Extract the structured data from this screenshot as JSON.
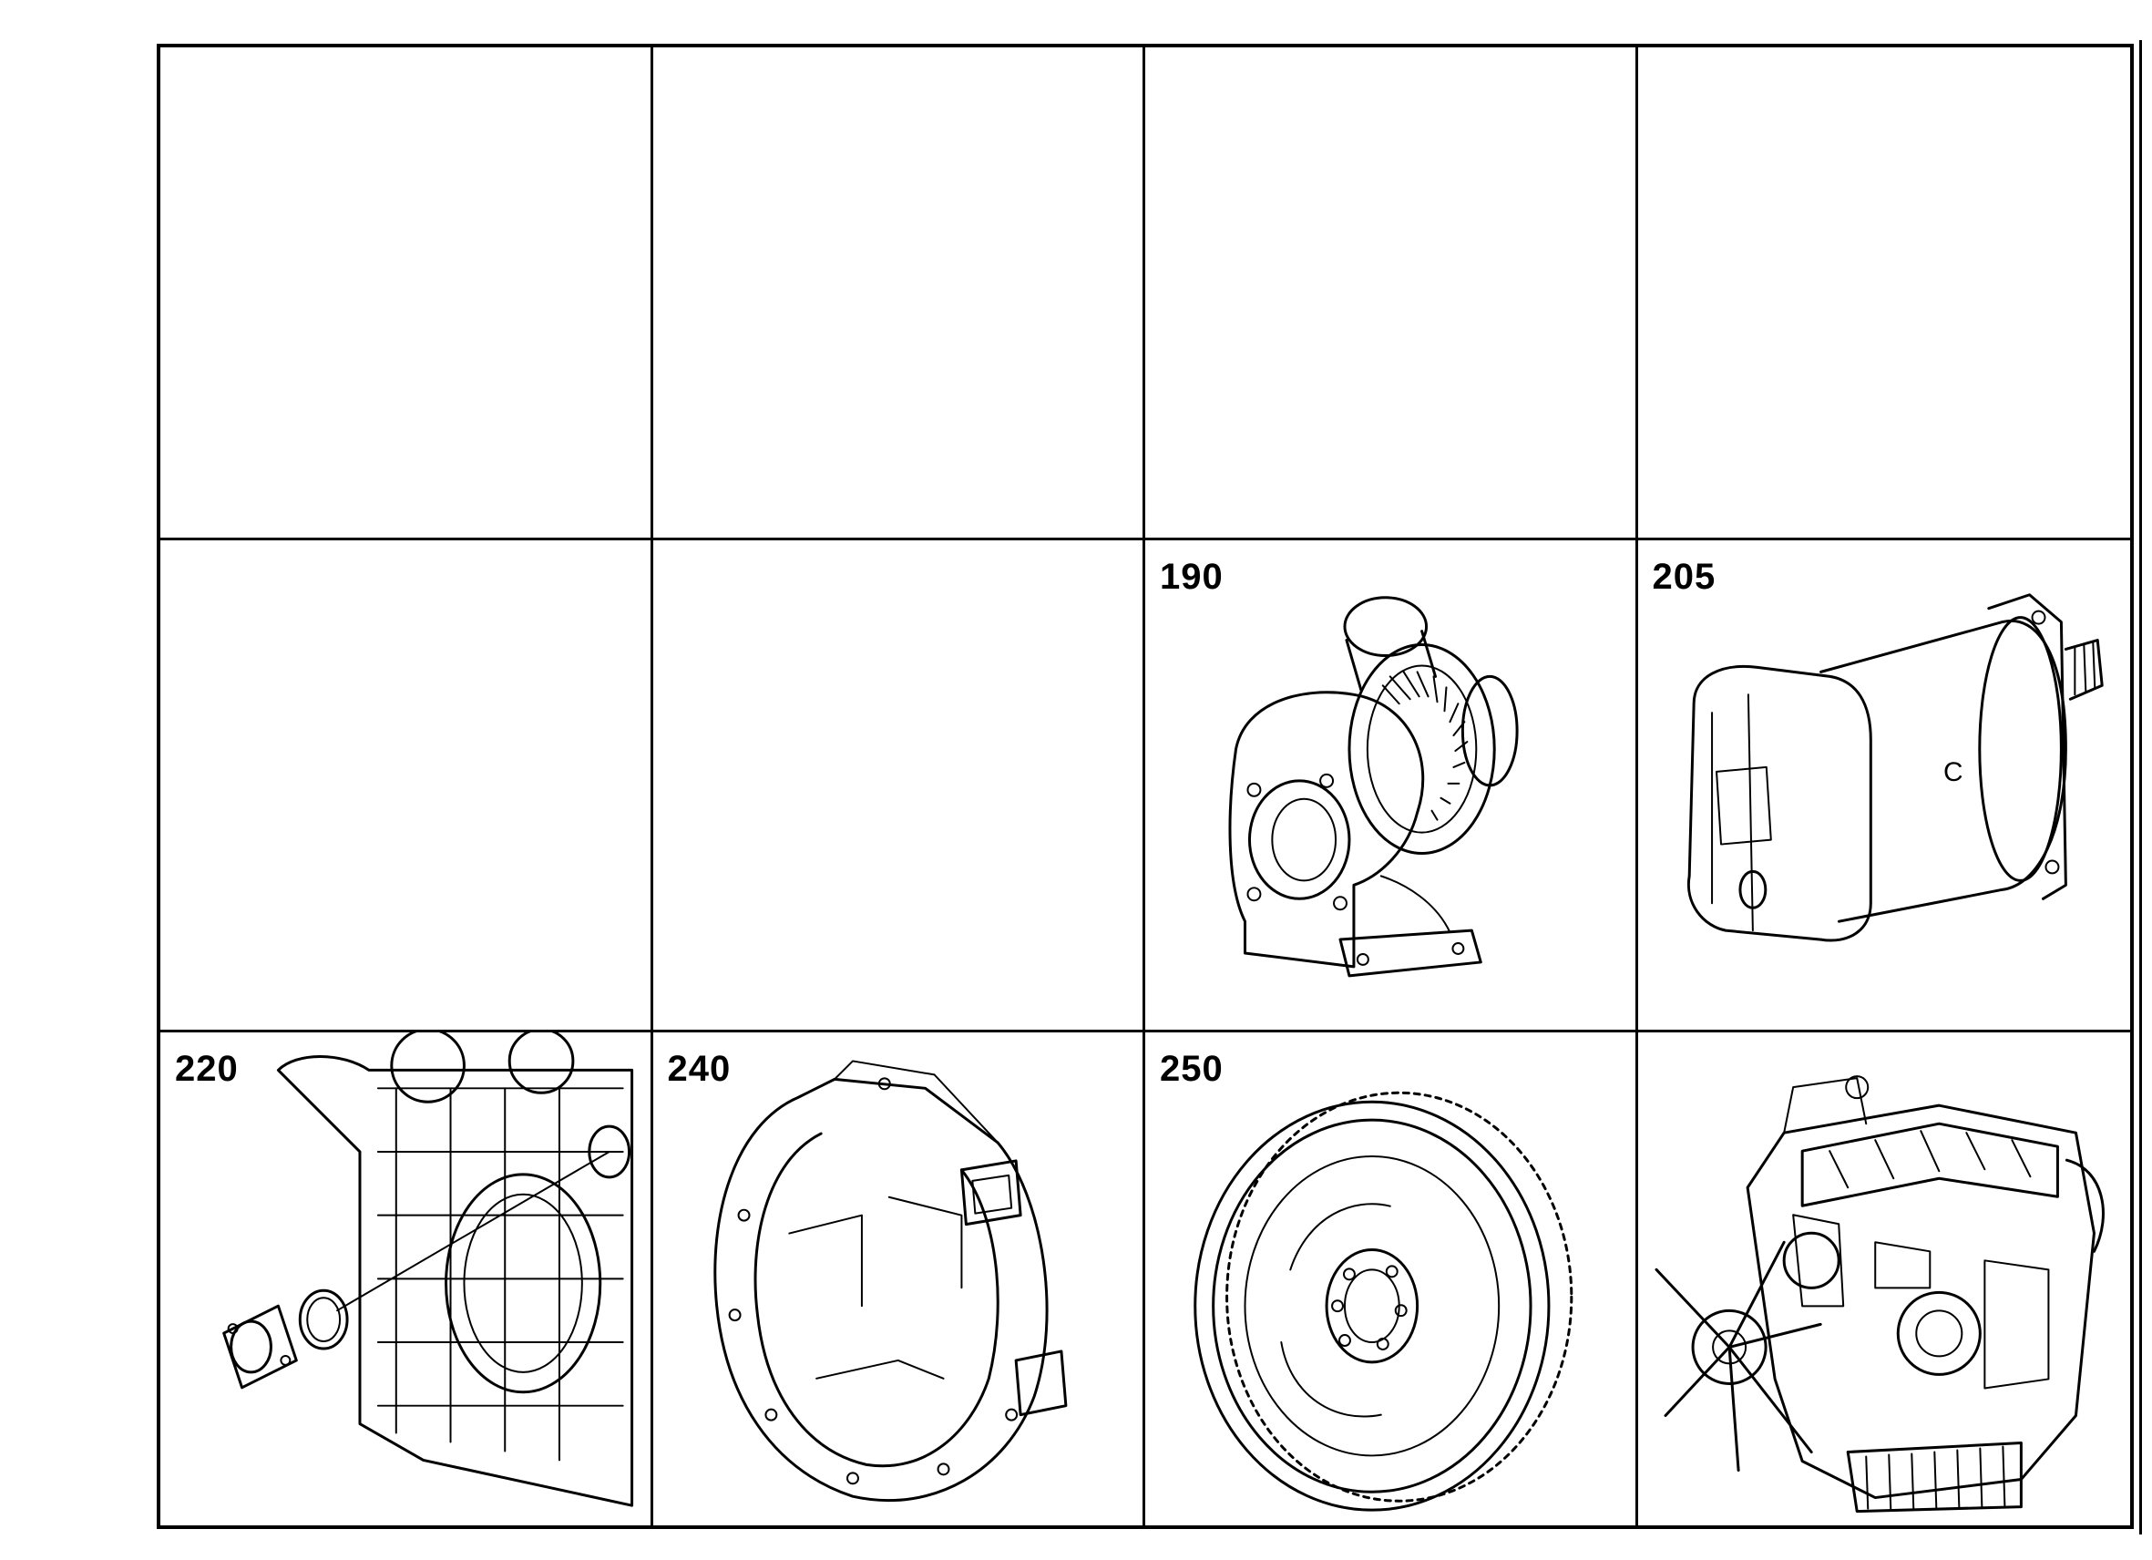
{
  "cells": [
    {
      "id": "r1c1",
      "label": ""
    },
    {
      "id": "r1c2",
      "label": ""
    },
    {
      "id": "r1c3",
      "label": ""
    },
    {
      "id": "r1c4",
      "label": ""
    },
    {
      "id": "r2c1",
      "label": ""
    },
    {
      "id": "r2c2",
      "label": ""
    },
    {
      "id": "r2c3",
      "label": "190",
      "illustration": "turbocharger-illustration"
    },
    {
      "id": "r2c4",
      "label": "205",
      "illustration": "starter-motor-illustration"
    },
    {
      "id": "r3c1",
      "label": "220",
      "illustration": "crankshaft-seal-cover-illustration"
    },
    {
      "id": "r3c2",
      "label": "240",
      "illustration": "flywheel-housing-illustration"
    },
    {
      "id": "r3c3",
      "label": "250",
      "illustration": "flywheel-ring-gear-illustration"
    },
    {
      "id": "r3c4",
      "label": "",
      "illustration": "engine-assembly-illustration"
    }
  ]
}
